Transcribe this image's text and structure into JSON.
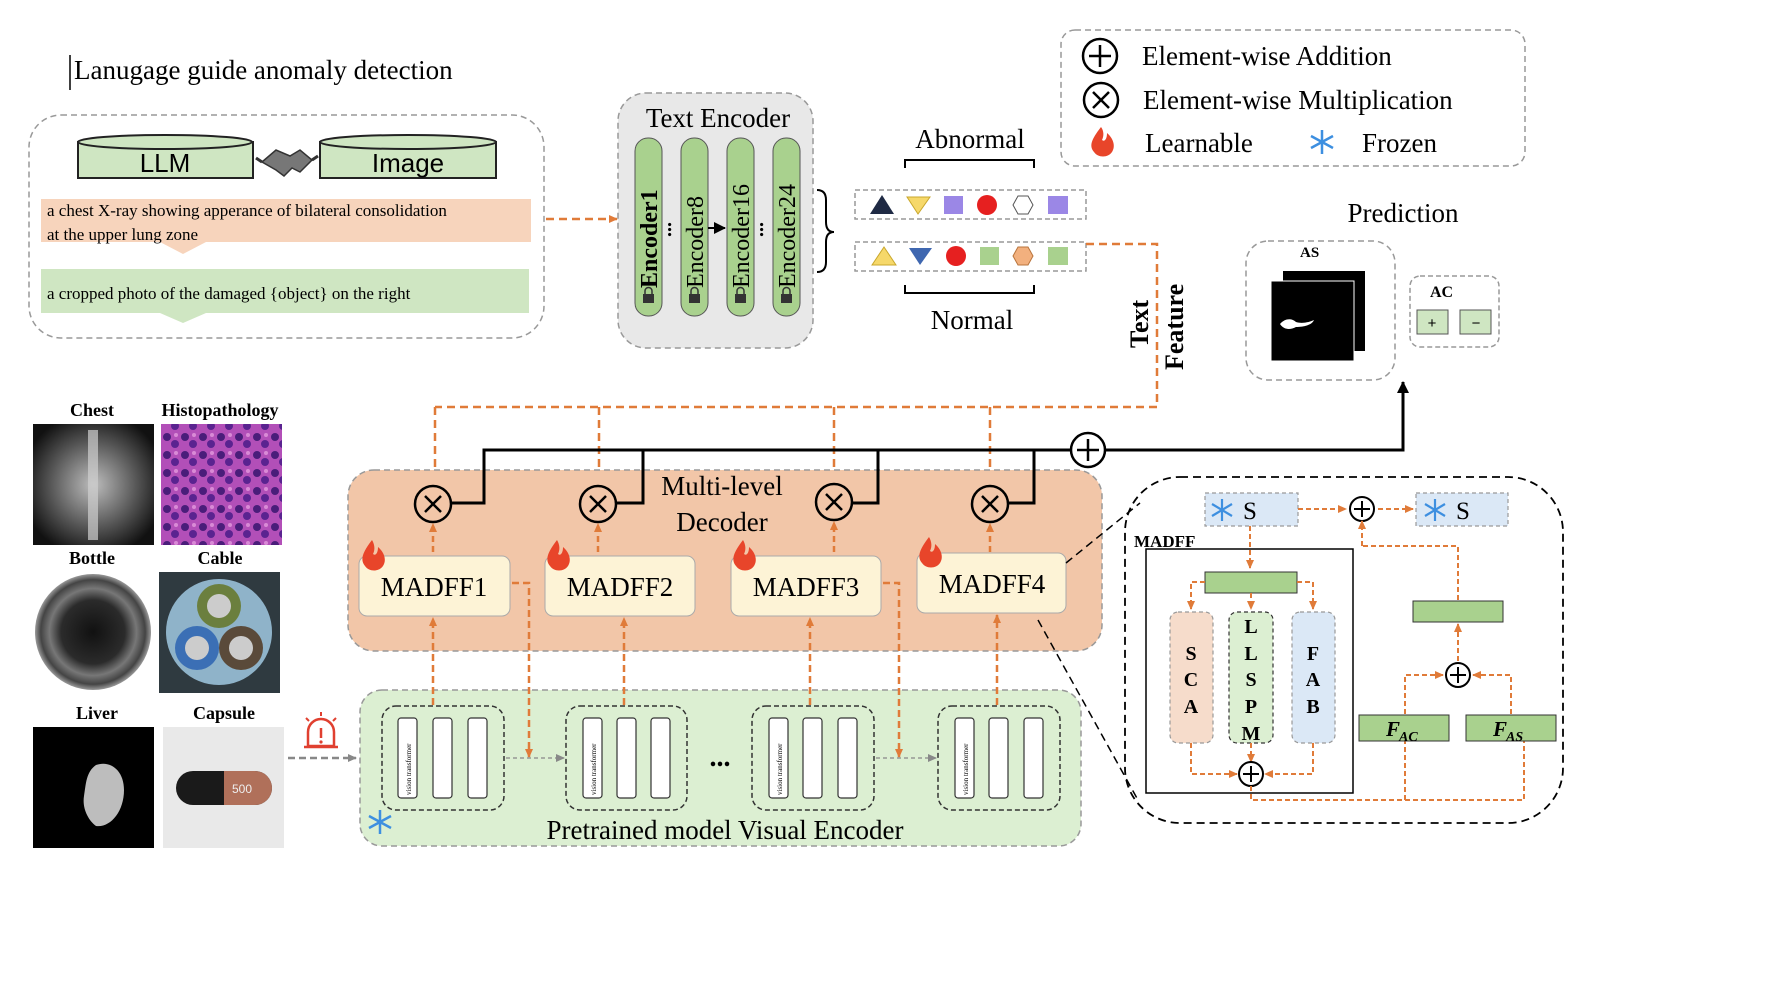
{
  "title": "Lanugage guide anomaly detection",
  "legend": {
    "addition": "Element-wise Addition",
    "multiplication": "Element-wise Multiplication",
    "learnable": "Learnable",
    "frozen": "Frozen"
  },
  "prompt_box": {
    "llm": "LLM",
    "image": "Image",
    "prompt1_line1": "a chest X-ray showing apperance of bilateral consolidation",
    "prompt1_line2": "at the upper lung zone",
    "prompt2": "a cropped photo of the damaged {object} on the right"
  },
  "text_encoder": {
    "title": "Text Encoder",
    "encoders": [
      "Encoder1",
      "Encoder8",
      "Encoder16",
      "Encoder24"
    ],
    "dots": "..."
  },
  "features": {
    "abnormal": "Abnormal",
    "normal": "Normal",
    "text_feature_1": "Text",
    "text_feature_2": "Feature"
  },
  "prediction": {
    "title": "Prediction",
    "as": "AS",
    "ac": "AC",
    "plus": "+",
    "minus": "−"
  },
  "images": {
    "chest": "Chest",
    "histo": "Histopathology",
    "bottle": "Bottle",
    "cable": "Cable",
    "liver": "Liver",
    "capsule": "Capsule",
    "capsule_print": "500"
  },
  "decoder": {
    "title_1": "Multi-level",
    "title_2": "Decoder",
    "blocks": [
      "MADFF1",
      "MADFF2",
      "MADFF3",
      "MADFF4"
    ]
  },
  "visual_encoder": {
    "title": "Pretrained model Visual Encoder",
    "vt_label": "vision transformer",
    "dots": "..."
  },
  "madff_detail": {
    "s": "S",
    "title": "MADFF",
    "sca": [
      "S",
      "C",
      "A"
    ],
    "llspm": [
      "L",
      "L",
      "S",
      "P",
      "M"
    ],
    "fab": [
      "F",
      "A",
      "B"
    ],
    "fac_main": "F",
    "fac_sub": "AC",
    "fas_main": "F",
    "fas_sub": "AS"
  },
  "colors": {
    "orange": "#e07b39",
    "decoder_bg": "#f2c6a8",
    "encoder_bg": "#dcefd2",
    "madff_bg": "#fdf3d6",
    "green_bar": "#a9d18e",
    "prompt_orange": "#f7d4bc",
    "prompt_green": "#cfe6c2",
    "frozen_blue": "#dbe8f6"
  }
}
